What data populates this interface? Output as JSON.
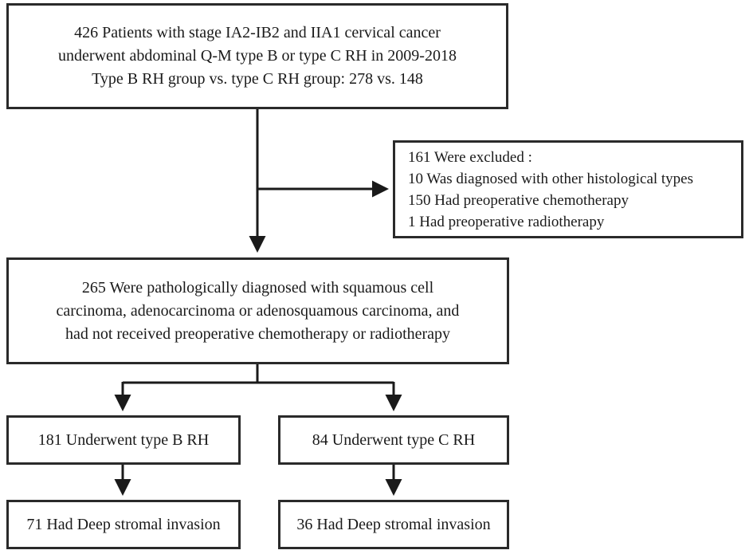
{
  "boxes": {
    "top": {
      "lines": [
        "426 Patients with stage IA2-IB2 and IIA1 cervical cancer",
        "underwent abdominal Q-M type B or type C RH in 2009-2018",
        "Type B RH group vs. type C RH group: 278 vs. 148"
      ]
    },
    "excluded": {
      "lines": [
        "161 Were excluded :",
        "10 Was diagnosed with other histological types",
        "150 Had preoperative chemotherapy",
        "1 Had preoperative radiotherapy"
      ]
    },
    "middle": {
      "lines": [
        "265 Were pathologically diagnosed with squamous cell",
        "carcinoma, adenocarcinoma or adenosquamous carcinoma, and",
        "had not received preoperative chemotherapy or radiotherapy"
      ]
    },
    "type_b": {
      "label": "181 Underwent type B RH"
    },
    "type_c": {
      "label": "84 Underwent type C RH"
    },
    "type_b_invasion": {
      "label": "71 Had Deep stromal invasion"
    },
    "type_c_invasion": {
      "label": "36 Had Deep stromal invasion"
    }
  }
}
